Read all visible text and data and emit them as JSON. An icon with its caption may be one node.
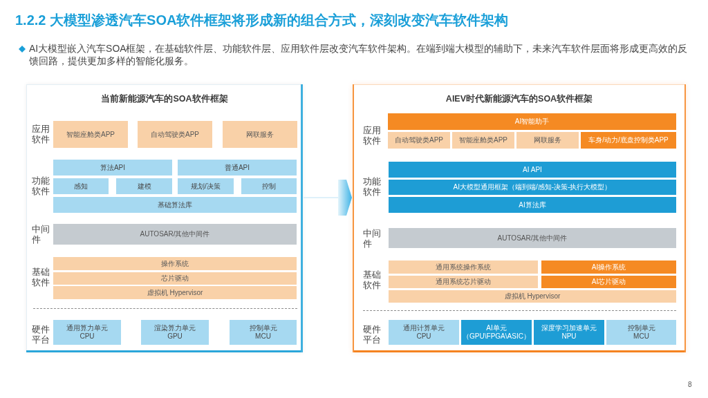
{
  "diagram": {
    "title": "1.2.2 大模型渗透汽车SOA软件框架将形成新的组合方式，深刻改变汽车软件架构",
    "nodes": [
      {
        "text": [
          "当前新能源汽车的SOA软件框架"
        ]
      },
      {
        "text": [
          "智能座舱类APP"
        ],
        "in": 0
      },
      {
        "text": [
          "自动驾驶类APP"
        ],
        "in": 0
      },
      {
        "text": [
          "网联服务"
        ],
        "in": 0
      },
      {
        "text": [
          "算法API"
        ],
        "in": 0
      },
      {
        "text": [
          "普通API"
        ],
        "in": 0
      },
      {
        "text": [
          "感知"
        ],
        "in": 0
      },
      {
        "text": [
          "建模"
        ],
        "in": 0
      },
      {
        "text": [
          "规划/决策"
        ],
        "in": 0
      },
      {
        "text": [
          "控制"
        ],
        "in": 0
      },
      {
        "text": [
          "基础算法库"
        ],
        "in": 0
      },
      {
        "text": [
          "AUTOSAR/其他中间件"
        ],
        "in": 0
      },
      {
        "text": [
          "操作系统"
        ],
        "in": 0
      },
      {
        "text": [
          "芯片驱动"
        ],
        "in": 0
      },
      {
        "text": [
          "虚拟机 Hypervisor"
        ],
        "in": 0
      },
      {
        "text": [
          "通用算力单元 CPU"
        ],
        "in": 0
      },
      {
        "text": [
          "渲染算力单元 GPU"
        ],
        "in": 0
      },
      {
        "text": [
          "控制单元 MCU"
        ],
        "in": 0
      },
      {
        "text": [
          "AIEV时代新能源汽车的SOA软件框架"
        ]
      },
      {
        "text": [
          "AI智能助手"
        ],
        "in": 18
      },
      {
        "text": [
          "自动驾驶类APP"
        ],
        "in": 18
      },
      {
        "text": [
          "智能座舱类APP"
        ],
        "in": 18
      },
      {
        "text": [
          "网联服务"
        ],
        "in": 18
      },
      {
        "text": [
          "车身/动力/底盘控制类APP"
        ],
        "in": 18
      },
      {
        "text": [
          "AI API"
        ],
        "in": 18
      },
      {
        "text": [
          "AI大模型通用框架（端到端/感知-决策-执行大模型）"
        ],
        "in": 18
      },
      {
        "text": [
          "AI算法库"
        ],
        "in": 18
      },
      {
        "text": [
          "AUTOSAR/其他中间件"
        ],
        "in": 18
      },
      {
        "text": [
          "通用系统操作系统"
        ],
        "in": 18
      },
      {
        "text": [
          "AI操作系统"
        ],
        "in": 18
      },
      {
        "text": [
          "通用系统芯片驱动"
        ],
        "in": 18
      },
      {
        "text": [
          "AI芯片驱动"
        ],
        "in": 18
      },
      {
        "text": [
          "虚拟机 Hypervisor"
        ],
        "in": 18
      },
      {
        "text": [
          "通用计算单元 CPU"
        ],
        "in": 18
      },
      {
        "text": [
          "AI单元（GPU\\FPGA\\ASIC）"
        ],
        "in": 18
      },
      {
        "text": [
          "深度学习加速单元 NPU"
        ],
        "in": 18
      },
      {
        "text": [
          "控制单元 MCU"
        ],
        "in": 18
      }
    ],
    "edges": [
      {
        "from": 0,
        "to": 18,
        "arrow": "to"
      }
    ],
    "labels": [
      "AI大模型嵌入汽车SOA框架，在基础软件层、功能软件层、应用软件层改变汽车软件架构。在端到端大模型的辅助下，未来汽车软件层面将形成更高效的反馈回路，提供更加多样的智能化服务。",
      "应用软件",
      "功能软件",
      "中间件",
      "基础软件",
      "硬件平台",
      "应用软件",
      "功能软件",
      "中间件",
      "基础软件",
      "硬件平台",
      "8"
    ]
  }
}
